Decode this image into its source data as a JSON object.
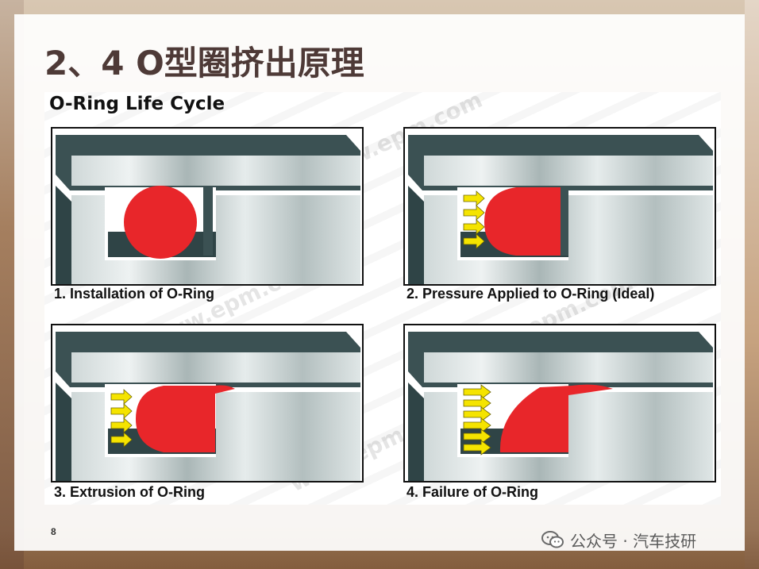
{
  "slide": {
    "title": "2、4 O型圈挤出原理",
    "page_number": "8"
  },
  "figure": {
    "title": "O-Ring Life Cycle",
    "watermark": "www.epm.com",
    "panels": [
      {
        "caption": "1. Installation of O-Ring",
        "arrows": 0
      },
      {
        "caption": "2. Pressure Applied to O-Ring (Ideal)",
        "arrows": 4
      },
      {
        "caption": "3. Extrusion of O-Ring",
        "arrows": 4
      },
      {
        "caption": "4. Failure of O-Ring",
        "arrows": 6
      }
    ]
  },
  "footer": {
    "label": "公众号 · 汽车技研",
    "icon": "wechat-icon"
  },
  "colors": {
    "title": "#4e3a37",
    "oring": "#e8262a",
    "arrow": "#f5e400",
    "steel_dark": "#2f4446"
  }
}
